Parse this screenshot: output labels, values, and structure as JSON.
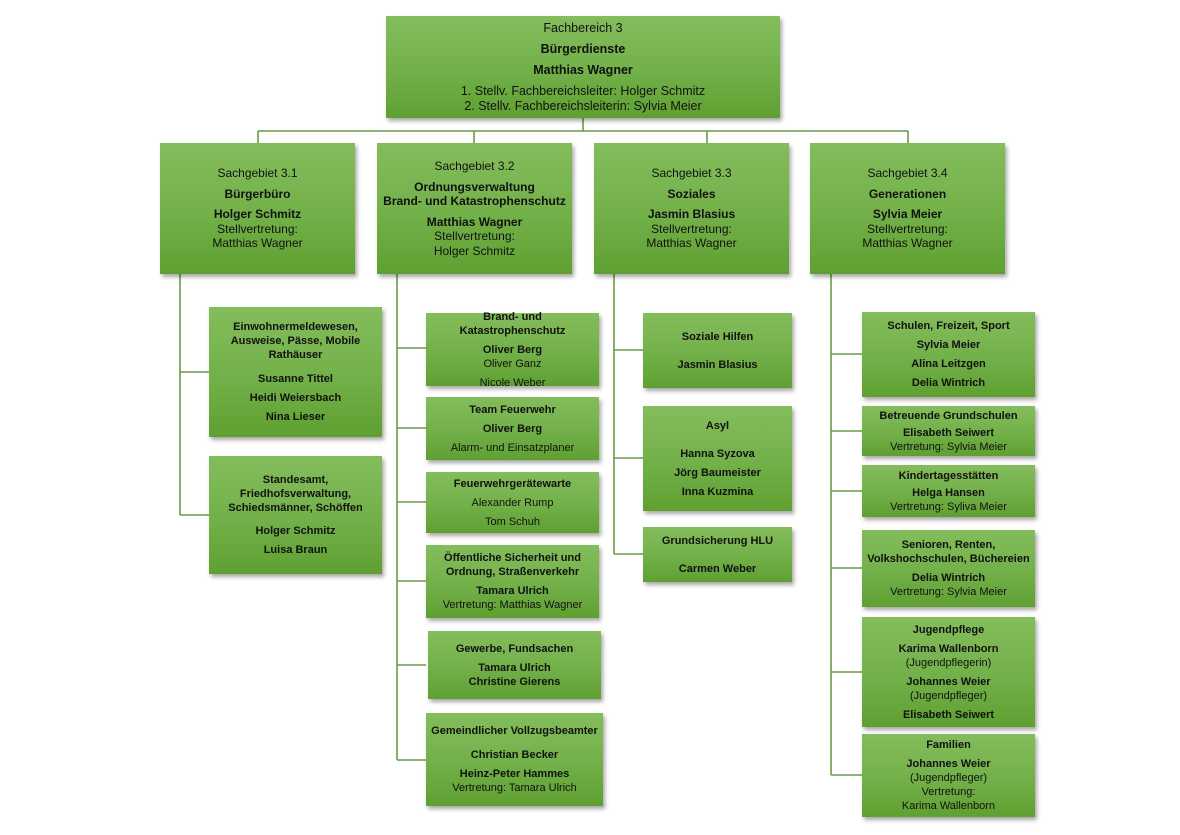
{
  "colors": {
    "box_light": "#84bd5c",
    "box_dark": "#5fa031",
    "connector": "#6a9a48"
  },
  "root": {
    "unit": "Fachbereich 3",
    "name": "Bürgerdienste",
    "head": "Matthias Wagner",
    "deputy1": "1. Stellv. Fachbereichsleiter: Holger Schmitz",
    "deputy2": "2. Stellv. Fachbereichsleiterin: Sylvia Meier"
  },
  "departments": [
    {
      "unit": "Sachgebiet 3.1",
      "name": "Bürgerbüro",
      "head": "Holger Schmitz",
      "deputy_label": "Stellvertretung:",
      "deputy": "Matthias Wagner",
      "teams": [
        {
          "title_lines": [
            "Einwohnermeldewesen,",
            "Ausweise, Pässe, Mobile",
            "Rathäuser"
          ],
          "members": [
            "Susanne Tittel",
            "Heidi Weiersbach",
            "Nina Lieser"
          ]
        },
        {
          "title_lines": [
            "Standesamt,",
            "Friedhofsverwaltung,",
            "Schiedsmänner, Schöffen"
          ],
          "members": [
            "Holger Schmitz",
            "Luisa Braun"
          ]
        }
      ]
    },
    {
      "unit": "Sachgebiet 3.2",
      "name_lines": [
        "Ordnungsverwaltung",
        "Brand- und Katastrophenschutz"
      ],
      "head": "Matthias Wagner",
      "deputy_label": "Stellvertretung:",
      "deputy": "Holger Schmitz",
      "teams": [
        {
          "title": "Brand- und Katastrophenschutz",
          "lead": "Oliver Berg",
          "members": [
            "Oliver Ganz",
            "Nicole Weber"
          ]
        },
        {
          "title": "Team Feuerwehr",
          "lead": "Oliver Berg",
          "members": [
            "Alarm- und Einsatzplaner"
          ]
        },
        {
          "title": "Feuerwehrgerätewarte",
          "members": [
            "Alexander Rump",
            "Tom Schuh"
          ]
        },
        {
          "title_lines": [
            "Öffentliche Sicherheit und",
            "Ordnung, Straßenverkehr"
          ],
          "lead": "Tamara Ulrich",
          "deputy": "Vertretung: Matthias Wagner"
        },
        {
          "title": "Gewerbe, Fundsachen",
          "leads": [
            "Tamara Ulrich",
            "Christine Gierens"
          ]
        },
        {
          "title": "Gemeindlicher Vollzugsbeamter",
          "leads": [
            "Christian Becker",
            "Heinz-Peter Hammes"
          ],
          "deputy": "Vertretung: Tamara Ulrich"
        }
      ]
    },
    {
      "unit": "Sachgebiet 3.3",
      "name": "Soziales",
      "head": "Jasmin Blasius",
      "deputy_label": "Stellvertretung:",
      "deputy": "Matthias Wagner",
      "teams": [
        {
          "title": "Soziale Hilfen",
          "members": [
            "Jasmin Blasius"
          ]
        },
        {
          "title": "Asyl",
          "members": [
            "Hanna Syzova",
            "Jörg Baumeister",
            "Inna Kuzmina"
          ]
        },
        {
          "title": "Grundsicherung HLU",
          "members": [
            "Carmen Weber"
          ]
        }
      ]
    },
    {
      "unit": "Sachgebiet 3.4",
      "name": "Generationen",
      "head": "Sylvia Meier",
      "deputy_label": "Stellvertretung:",
      "deputy": "Matthias Wagner",
      "teams": [
        {
          "title": "Schulen, Freizeit, Sport",
          "members": [
            "Sylvia Meier",
            "Alina Leitzgen",
            "Delia Wintrich"
          ]
        },
        {
          "title": "Betreuende Grundschulen",
          "lead": "Elisabeth Seiwert",
          "deputy": "Vertretung: Sylvia Meier"
        },
        {
          "title": "Kindertagesstätten",
          "lead": "Helga Hansen",
          "deputy": "Vertretung: Syliva Meier"
        },
        {
          "title_lines": [
            "Senioren, Renten,",
            "Volkshochschulen, Büchereien"
          ],
          "lead": "Delia Wintrich",
          "deputy": "Vertretung: Sylvia Meier"
        },
        {
          "title": "Jugendpflege",
          "people": [
            {
              "name": "Karima Wallenborn",
              "role": "(Jugendpflegerin)"
            },
            {
              "name": "Johannes Weier",
              "role": "(Jugendpfleger)"
            },
            {
              "name": "Elisabeth Seiwert"
            }
          ]
        },
        {
          "title": "Familien",
          "lead": "Johannes Weier",
          "role": "(Jugendpfleger)",
          "deputy_label": "Vertretung:",
          "deputy": "Karima Wallenborn"
        }
      ]
    }
  ]
}
